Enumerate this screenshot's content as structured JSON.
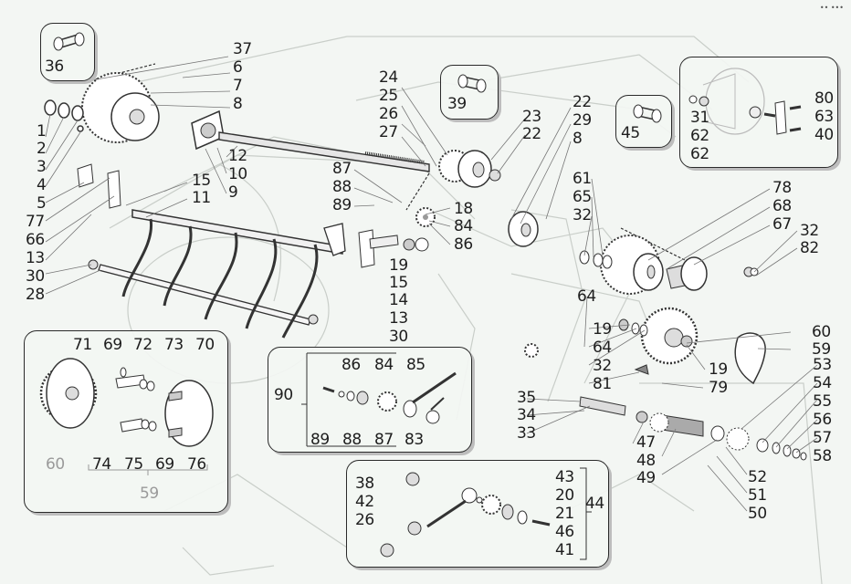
{
  "diagram": {
    "title": "Exploded parts diagram: rake tine shaft and chain drive assembly",
    "watermark": "",
    "corner_mark": "•• •••",
    "callouts_main": [
      {
        "id": "37",
        "text": "37"
      },
      {
        "id": "6",
        "text": "6"
      },
      {
        "id": "7",
        "text": "7"
      },
      {
        "id": "8a",
        "text": "8"
      },
      {
        "id": "1",
        "text": "1"
      },
      {
        "id": "2",
        "text": "2"
      },
      {
        "id": "3",
        "text": "3"
      },
      {
        "id": "4",
        "text": "4"
      },
      {
        "id": "5",
        "text": "5"
      },
      {
        "id": "77",
        "text": "77"
      },
      {
        "id": "66",
        "text": "66"
      },
      {
        "id": "13a",
        "text": "13"
      },
      {
        "id": "30a",
        "text": "30"
      },
      {
        "id": "28",
        "text": "28"
      },
      {
        "id": "12",
        "text": "12"
      },
      {
        "id": "10",
        "text": "10"
      },
      {
        "id": "9",
        "text": "9"
      },
      {
        "id": "15a",
        "text": "15"
      },
      {
        "id": "11",
        "text": "11"
      },
      {
        "id": "24",
        "text": "24"
      },
      {
        "id": "25",
        "text": "25"
      },
      {
        "id": "26a",
        "text": "26"
      },
      {
        "id": "27",
        "text": "27"
      },
      {
        "id": "23",
        "text": "23"
      },
      {
        "id": "22a",
        "text": "22"
      },
      {
        "id": "87a",
        "text": "87"
      },
      {
        "id": "88a",
        "text": "88"
      },
      {
        "id": "89a",
        "text": "89"
      },
      {
        "id": "18",
        "text": "18"
      },
      {
        "id": "84a",
        "text": "84"
      },
      {
        "id": "86a",
        "text": "86"
      },
      {
        "id": "19a",
        "text": "19"
      },
      {
        "id": "15b",
        "text": "15"
      },
      {
        "id": "14",
        "text": "14"
      },
      {
        "id": "13b",
        "text": "13"
      },
      {
        "id": "30b",
        "text": "30"
      },
      {
        "id": "22b",
        "text": "22"
      },
      {
        "id": "29",
        "text": "29"
      },
      {
        "id": "8b",
        "text": "8"
      },
      {
        "id": "61",
        "text": "61"
      },
      {
        "id": "65",
        "text": "65"
      },
      {
        "id": "32a",
        "text": "32"
      },
      {
        "id": "78",
        "text": "78"
      },
      {
        "id": "68",
        "text": "68"
      },
      {
        "id": "67",
        "text": "67"
      },
      {
        "id": "32b",
        "text": "32"
      },
      {
        "id": "82",
        "text": "82"
      },
      {
        "id": "64a",
        "text": "64"
      },
      {
        "id": "19b",
        "text": "19"
      },
      {
        "id": "64b",
        "text": "64"
      },
      {
        "id": "32c",
        "text": "32"
      },
      {
        "id": "81",
        "text": "81"
      },
      {
        "id": "60a",
        "text": "60"
      },
      {
        "id": "59a",
        "text": "59"
      },
      {
        "id": "19c",
        "text": "19"
      },
      {
        "id": "79",
        "text": "79"
      },
      {
        "id": "53",
        "text": "53"
      },
      {
        "id": "54",
        "text": "54"
      },
      {
        "id": "55",
        "text": "55"
      },
      {
        "id": "56",
        "text": "56"
      },
      {
        "id": "57",
        "text": "57"
      },
      {
        "id": "58",
        "text": "58"
      },
      {
        "id": "35",
        "text": "35"
      },
      {
        "id": "34",
        "text": "34"
      },
      {
        "id": "33",
        "text": "33"
      },
      {
        "id": "47",
        "text": "47"
      },
      {
        "id": "48",
        "text": "48"
      },
      {
        "id": "49",
        "text": "49"
      },
      {
        "id": "52",
        "text": "52"
      },
      {
        "id": "51",
        "text": "51"
      },
      {
        "id": "50",
        "text": "50"
      }
    ],
    "inset_chain_link_left": {
      "label": "36"
    },
    "inset_chain_link_center": {
      "label": "39"
    },
    "inset_chain_link_right": {
      "label": "45"
    },
    "inset_top_right": {
      "labels": [
        "31",
        "62",
        "62",
        "80",
        "63",
        "40"
      ]
    },
    "inset_clutch": {
      "top_labels": [
        "71",
        "69",
        "72",
        "73",
        "70"
      ],
      "bottom_labels": [
        "74",
        "75",
        "69",
        "76"
      ],
      "gear_label": "60",
      "group_label": "59"
    },
    "inset_idler": {
      "group_label": "90",
      "top_labels": [
        "86",
        "84",
        "85"
      ],
      "bottom_labels": [
        "89",
        "88",
        "87",
        "83"
      ]
    },
    "inset_tensioner": {
      "left_labels": [
        "38",
        "42",
        "26"
      ],
      "right_labels": [
        "43",
        "20",
        "21",
        "46",
        "41"
      ],
      "group_label": "44"
    }
  }
}
